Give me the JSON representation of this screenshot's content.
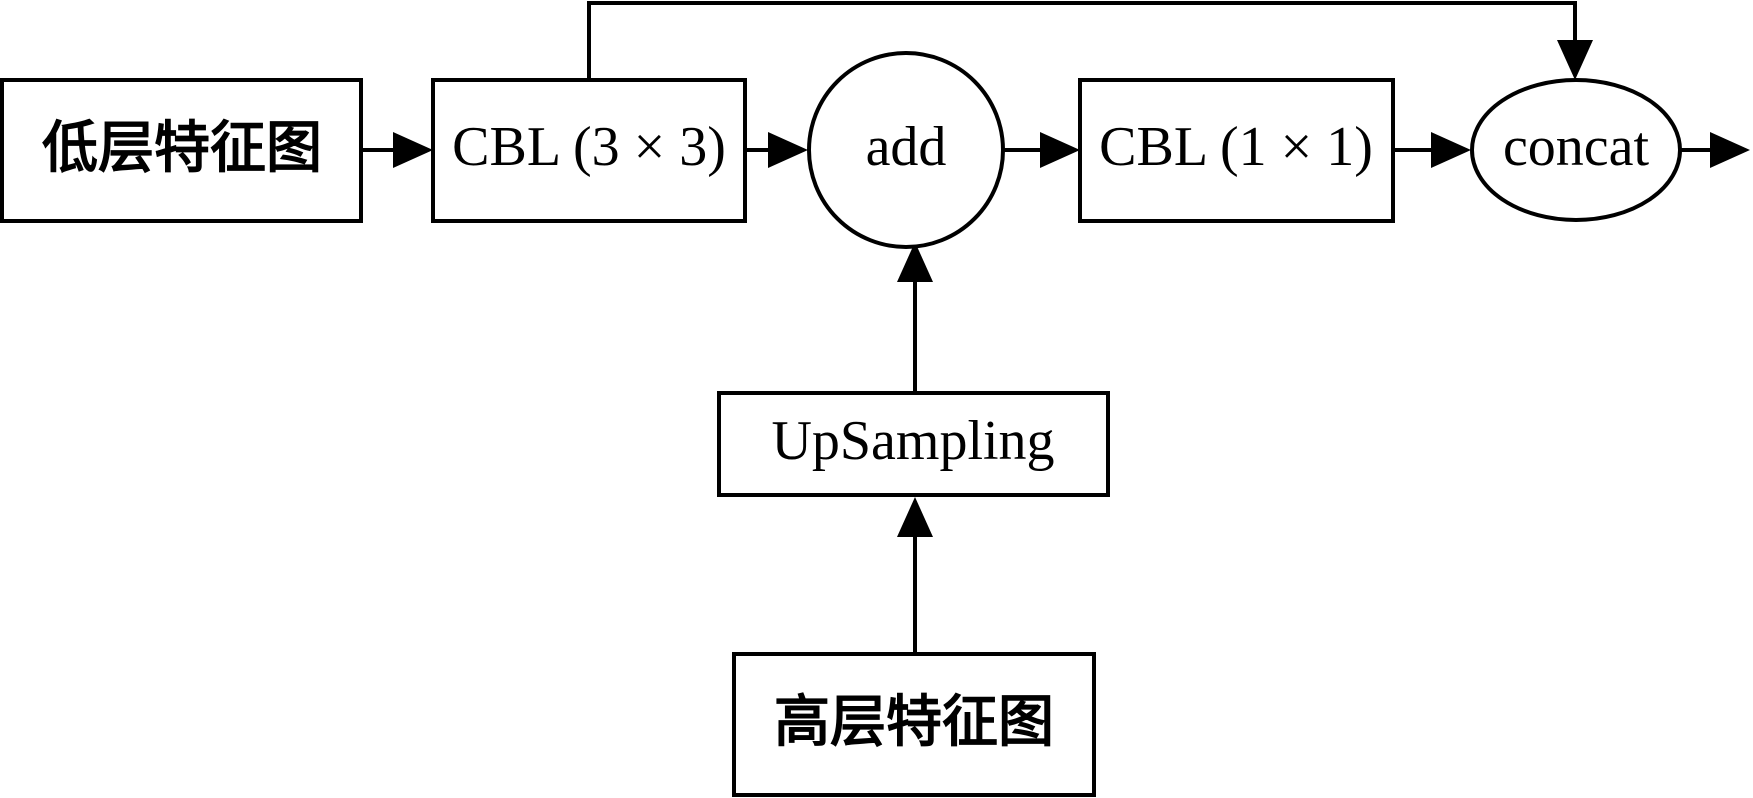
{
  "diagram": {
    "nodes": {
      "low_feature": {
        "label": "低层特征图"
      },
      "cbl_3x3": {
        "label": "CBL (3 × 3)"
      },
      "add": {
        "label": "add"
      },
      "cbl_1x1": {
        "label": "CBL (1 × 1)"
      },
      "concat": {
        "label": "concat"
      },
      "upsampling": {
        "label": "UpSampling"
      },
      "high_feature": {
        "label": "高层特征图"
      }
    },
    "edges": [
      {
        "from": "low_feature",
        "to": "cbl_3x3"
      },
      {
        "from": "cbl_3x3",
        "to": "add"
      },
      {
        "from": "add",
        "to": "cbl_1x1"
      },
      {
        "from": "cbl_1x1",
        "to": "concat"
      },
      {
        "from": "concat",
        "to": "output"
      },
      {
        "from": "cbl_3x3",
        "to": "concat"
      },
      {
        "from": "upsampling",
        "to": "add"
      },
      {
        "from": "high_feature",
        "to": "upsampling"
      }
    ],
    "colors": {
      "stroke": "#000000",
      "fill": "#ffffff"
    }
  }
}
